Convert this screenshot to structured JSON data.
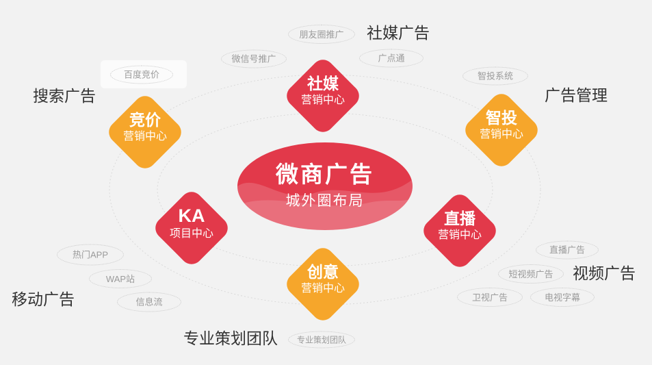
{
  "canvas": {
    "background": "#f2f2f2",
    "colors": {
      "node_red": "#e2394a",
      "node_orange": "#f6a62b",
      "ring_stroke": "#d9d9d9",
      "heading_text": "#333333",
      "tag_text": "#9b9b9b",
      "tag_border": "#c8c8c8"
    }
  },
  "center": {
    "title": "微商广告",
    "subtitle": "城外圈布局"
  },
  "diamonds": [
    {
      "label": "社媒",
      "sublabel": "营销中心",
      "color": "red"
    },
    {
      "label": "竞价",
      "sublabel": "营销中心",
      "color": "orange"
    },
    {
      "label": "智投",
      "sublabel": "营销中心",
      "color": "orange"
    },
    {
      "label": "KA",
      "sublabel": "项目中心",
      "color": "red"
    },
    {
      "label": "直播",
      "sublabel": "营销中心",
      "color": "red"
    },
    {
      "label": "创意",
      "sublabel": "营销中心",
      "color": "orange"
    }
  ],
  "headings": [
    {
      "text": "搜索广告"
    },
    {
      "text": "社媒广告"
    },
    {
      "text": "广告管理"
    },
    {
      "text": "移动广告"
    },
    {
      "text": "视频广告"
    },
    {
      "text": "专业策划团队"
    }
  ],
  "tags": [
    {
      "text": "百度竞价"
    },
    {
      "text": "朋友圈推广"
    },
    {
      "text": "微信号推广"
    },
    {
      "text": "广点通"
    },
    {
      "text": "智投系统"
    },
    {
      "text": "热门APP"
    },
    {
      "text": "WAP站"
    },
    {
      "text": "信息流"
    },
    {
      "text": "直播广告"
    },
    {
      "text": "短视频广告"
    },
    {
      "text": "卫视广告"
    },
    {
      "text": "电视字幕"
    },
    {
      "text": "专业策划团队"
    }
  ]
}
